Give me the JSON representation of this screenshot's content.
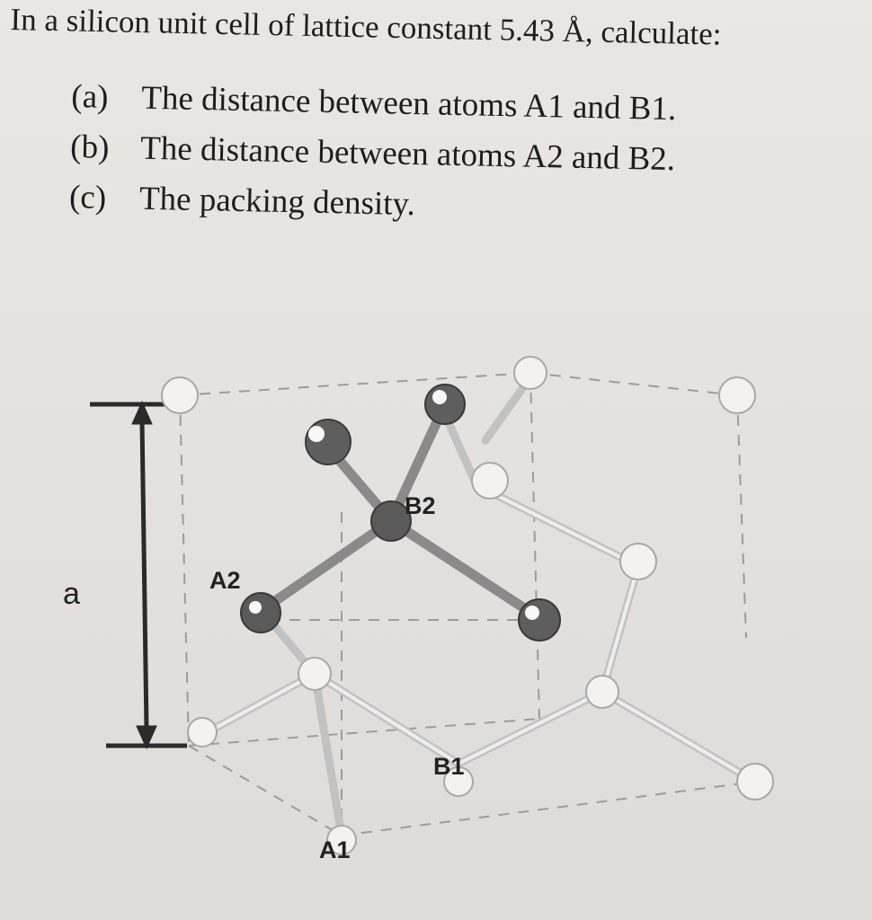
{
  "problem": {
    "title": "In a silicon unit cell of lattice constant 5.43 Å, calculate:",
    "items": [
      {
        "label": "(a)",
        "text": "The distance between atoms A1 and B1."
      },
      {
        "label": "(b)",
        "text": "The distance between atoms A2 and B2."
      },
      {
        "label": "(c)",
        "text": "The packing density."
      }
    ]
  },
  "figure": {
    "dimension_label": "a",
    "atom_labels": {
      "a1": "A1",
      "a2": "A2",
      "b1": "B1",
      "b2": "B2"
    },
    "colors": {
      "dark_atom": "#5a5a5a",
      "light_atom": "#f2f0ee",
      "bond": "#9a9a9a",
      "dim_line": "#2a2a2a"
    }
  }
}
